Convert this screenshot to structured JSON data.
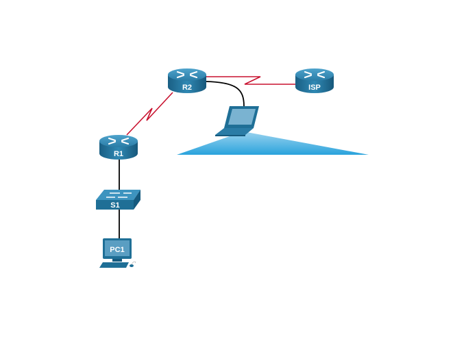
{
  "devices": {
    "r1": {
      "label": "R1",
      "type": "router"
    },
    "r2": {
      "label": "R2",
      "type": "router"
    },
    "isp": {
      "label": "ISP",
      "type": "router"
    },
    "s1": {
      "label": "S1",
      "type": "switch"
    },
    "pc1": {
      "label": "PC1",
      "type": "pc"
    },
    "laptop": {
      "type": "laptop"
    }
  },
  "links": [
    {
      "from": "R1",
      "to": "R2",
      "type": "serial"
    },
    {
      "from": "R2",
      "to": "ISP",
      "type": "serial"
    },
    {
      "from": "R2",
      "to": "laptop",
      "type": "ethernet"
    },
    {
      "from": "R1",
      "to": "S1",
      "type": "ethernet"
    },
    {
      "from": "S1",
      "to": "PC1",
      "type": "ethernet"
    }
  ],
  "colors": {
    "serial": "#c8102e",
    "ethernet": "#000000",
    "device": "#1f6f96",
    "wireless": "#3aa9dc"
  }
}
